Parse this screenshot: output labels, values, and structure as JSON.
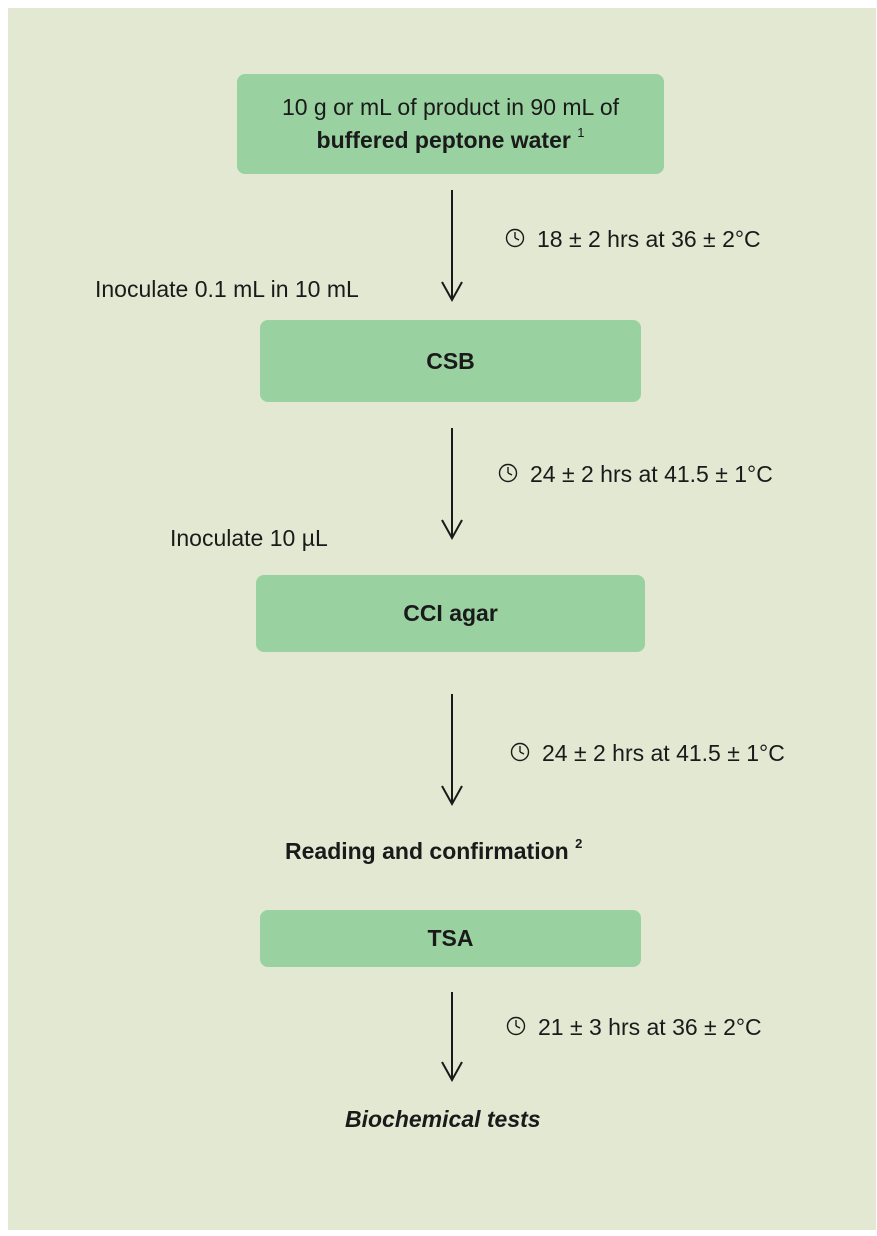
{
  "steps": [
    {
      "line1": "10 g or mL of product in 90 mL of",
      "line2": "buffered peptone water",
      "sup": "1"
    },
    {
      "label": "CSB"
    },
    {
      "label": "CCI agar"
    },
    {
      "label": "TSA"
    }
  ],
  "incubations": [
    "18 ± 2 hrs at 36 ± 2°C",
    "24 ± 2 hrs at 41.5 ± 1°C",
    "24 ± 2 hrs at 41.5 ± 1°C",
    "21 ± 3 hrs at 36 ± 2°C"
  ],
  "inoculations": [
    "Inoculate 0.1 mL in 10 mL",
    "Inoculate 10 µL"
  ],
  "reading": {
    "label": "Reading and confirmation",
    "sup": "2"
  },
  "final": "Biochemical tests",
  "icons": {
    "clock": "clock-icon",
    "arrow": "down-arrow-icon"
  },
  "colors": {
    "background": "#e2e8d2",
    "box": "#99d1a0",
    "text": "#1a1a1a"
  }
}
